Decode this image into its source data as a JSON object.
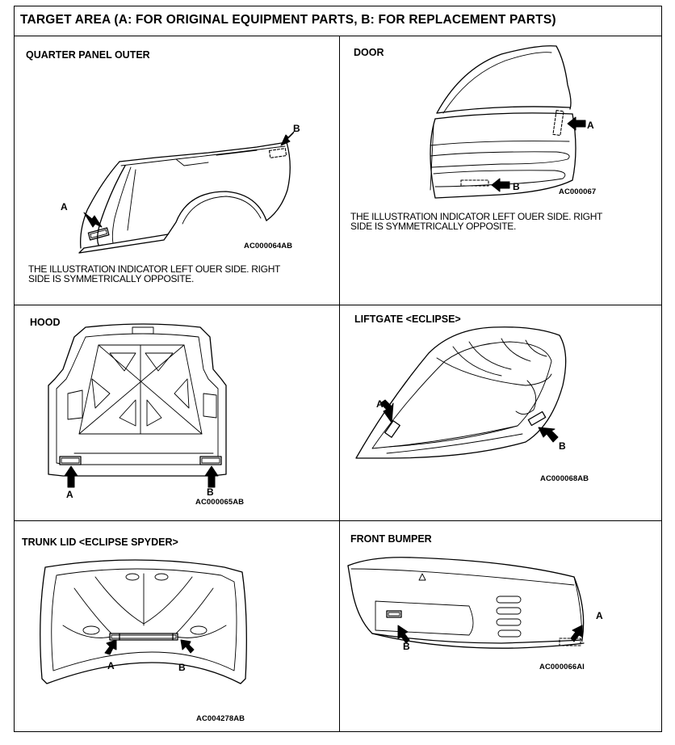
{
  "header": {
    "title": "TARGET AREA (A: FOR ORIGINAL EQUIPMENT PARTS, B: FOR REPLACEMENT PARTS)"
  },
  "panels": {
    "quarter_panel": {
      "title": "QUARTER PANEL OUTER",
      "code": "AC000064AB",
      "label_a": "A",
      "label_b": "B",
      "note_line1": "THE ILLUSTRATION INDICATOR LEFT OUER SIDE. RIGHT",
      "note_line2": "SIDE IS SYMMETRICALLY OPPOSITE."
    },
    "door": {
      "title": "DOOR",
      "code": "AC000067",
      "label_a": "A",
      "label_b": "B",
      "note_line1": "THE ILLUSTRATION INDICATOR LEFT OUER SIDE. RIGHT",
      "note_line2": "SIDE IS SYMMETRICALLY OPPOSITE."
    },
    "hood": {
      "title": "HOOD",
      "code": "AC000065AB",
      "label_a": "A",
      "label_b": "B"
    },
    "liftgate": {
      "title": "LIFTGATE <ECLIPSE>",
      "code": "AC000068AB",
      "label_a": "A",
      "label_b": "B"
    },
    "trunk_lid": {
      "title": "TRUNK LID <ECLIPSE SPYDER>",
      "code": "AC004278AB",
      "label_a": "A",
      "label_b": "B"
    },
    "front_bumper": {
      "title": "FRONT BUMPER",
      "code": "AC000066AI",
      "label_a": "A",
      "label_b": "B"
    }
  }
}
